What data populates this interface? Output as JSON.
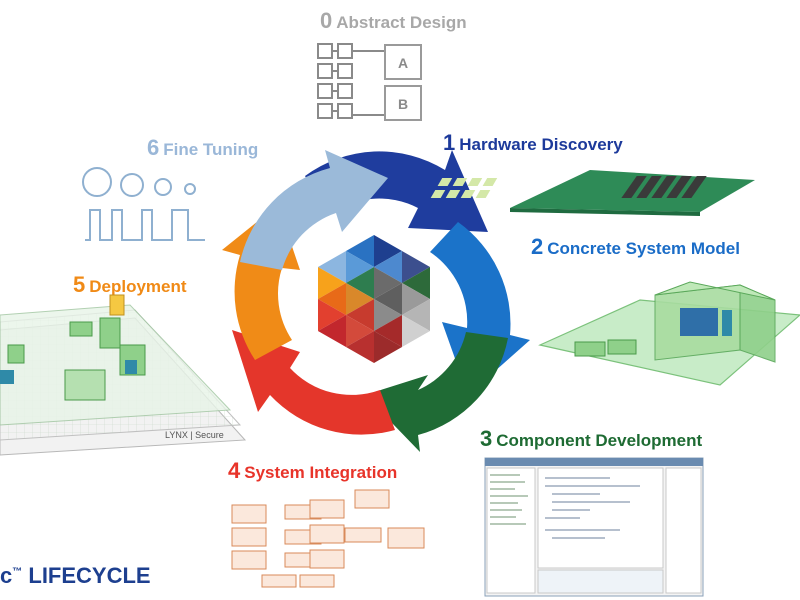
{
  "stages": [
    {
      "num": "0",
      "label": "Abstract Design",
      "color": "#b0b0b0"
    },
    {
      "num": "1",
      "label": "Hardware Discovery",
      "color": "#1d3a9b"
    },
    {
      "num": "2",
      "label": "Concrete System Model",
      "color": "#1a6cc7"
    },
    {
      "num": "3",
      "label": "Component Development",
      "color": "#1e6b33"
    },
    {
      "num": "4",
      "label": "System Integration",
      "color": "#e8342a"
    },
    {
      "num": "5",
      "label": "Deployment",
      "color": "#f08a16"
    },
    {
      "num": "6",
      "label": "Fine Tuning",
      "color": "#9ab7d8"
    }
  ],
  "abstract_boxes": [
    "A",
    "B"
  ],
  "deployment_caption": "LYNX | Secure",
  "footer": {
    "prefix": "c",
    "tm": "™",
    "text": "LIFECYCLE"
  },
  "colors": {
    "ring_hw": "#1f3d9e",
    "ring_csm": "#1b73c9",
    "ring_comp": "#1f6b35",
    "ring_int": "#e4362b",
    "ring_dep": "#f08b17",
    "ring_ft": "#9bbad9"
  }
}
